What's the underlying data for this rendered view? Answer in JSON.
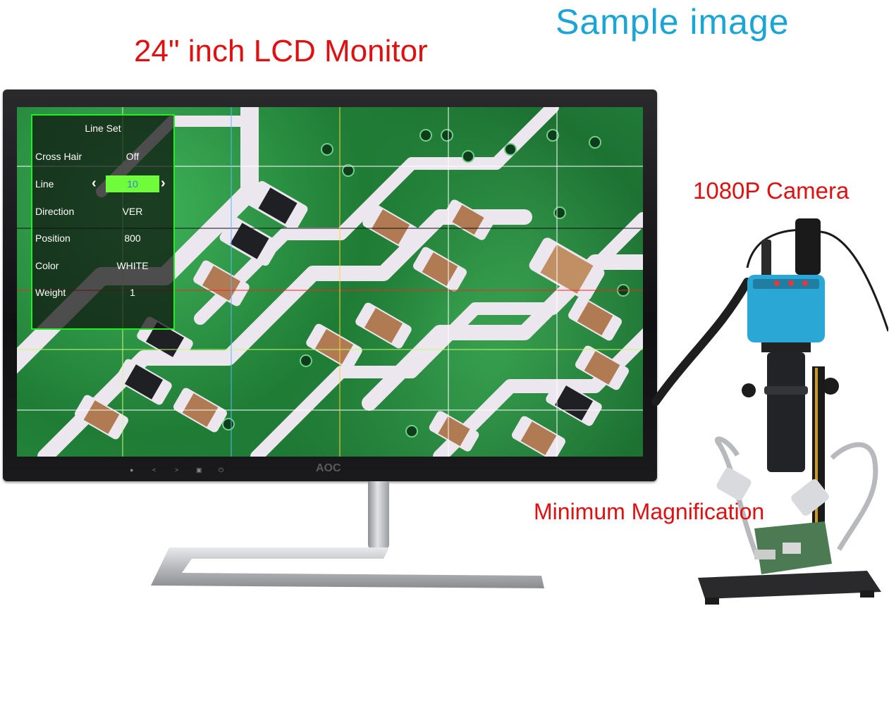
{
  "captions": {
    "sample_image": "Sample image",
    "monitor": "24\" inch LCD Monitor",
    "camera": "1080P Camera",
    "min_magnification": "Minimum Magnification"
  },
  "monitor_brand": "AOC",
  "osd": {
    "title": "Line Set",
    "rows": [
      {
        "label": "Cross Hair",
        "value": "Off"
      },
      {
        "label": "Line",
        "value": "10"
      },
      {
        "label": "Direction",
        "value": "VER"
      },
      {
        "label": "Position",
        "value": "800"
      },
      {
        "label": "Color",
        "value": "WHITE"
      },
      {
        "label": "Weight",
        "value": "1"
      }
    ]
  },
  "colors": {
    "sample_caption": "#1aa5d6",
    "red_caption": "#e01010",
    "osd_border": "#1ff01f",
    "osd_highlight": "#6ffc3b",
    "camera_body": "#2aa7d4",
    "pcb_green": "#239040",
    "pad_white": "#ece6ee"
  }
}
